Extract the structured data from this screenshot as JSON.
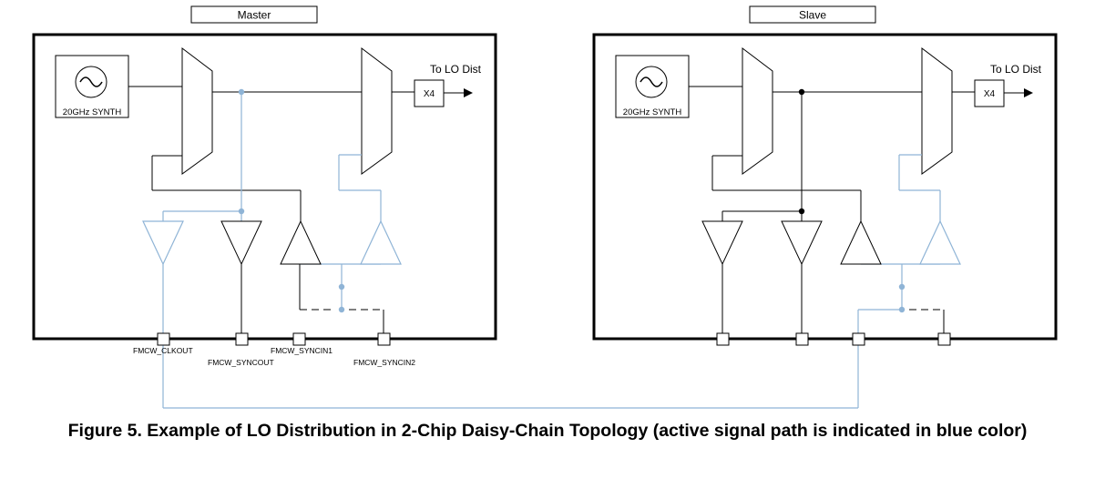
{
  "master": {
    "title": "Master",
    "synth_label": "20GHz  SYNTH",
    "x4_label": "X4",
    "lo_label": "To LO Dist",
    "pins": [
      "FMCW_CLKOUT",
      "FMCW_SYNCOUT",
      "FMCW_SYNCIN1",
      "FMCW_SYNCIN2"
    ]
  },
  "slave": {
    "title": "Slave",
    "synth_label": "20GHz  SYNTH",
    "x4_label": "X4",
    "lo_label": "To LO Dist"
  },
  "caption": "Figure 5. Example of LO Distribution in 2-Chip Daisy-Chain Topology (active signal path is indicated in blue color)",
  "colors": {
    "active": "#8fb4d6",
    "line": "#000000"
  }
}
